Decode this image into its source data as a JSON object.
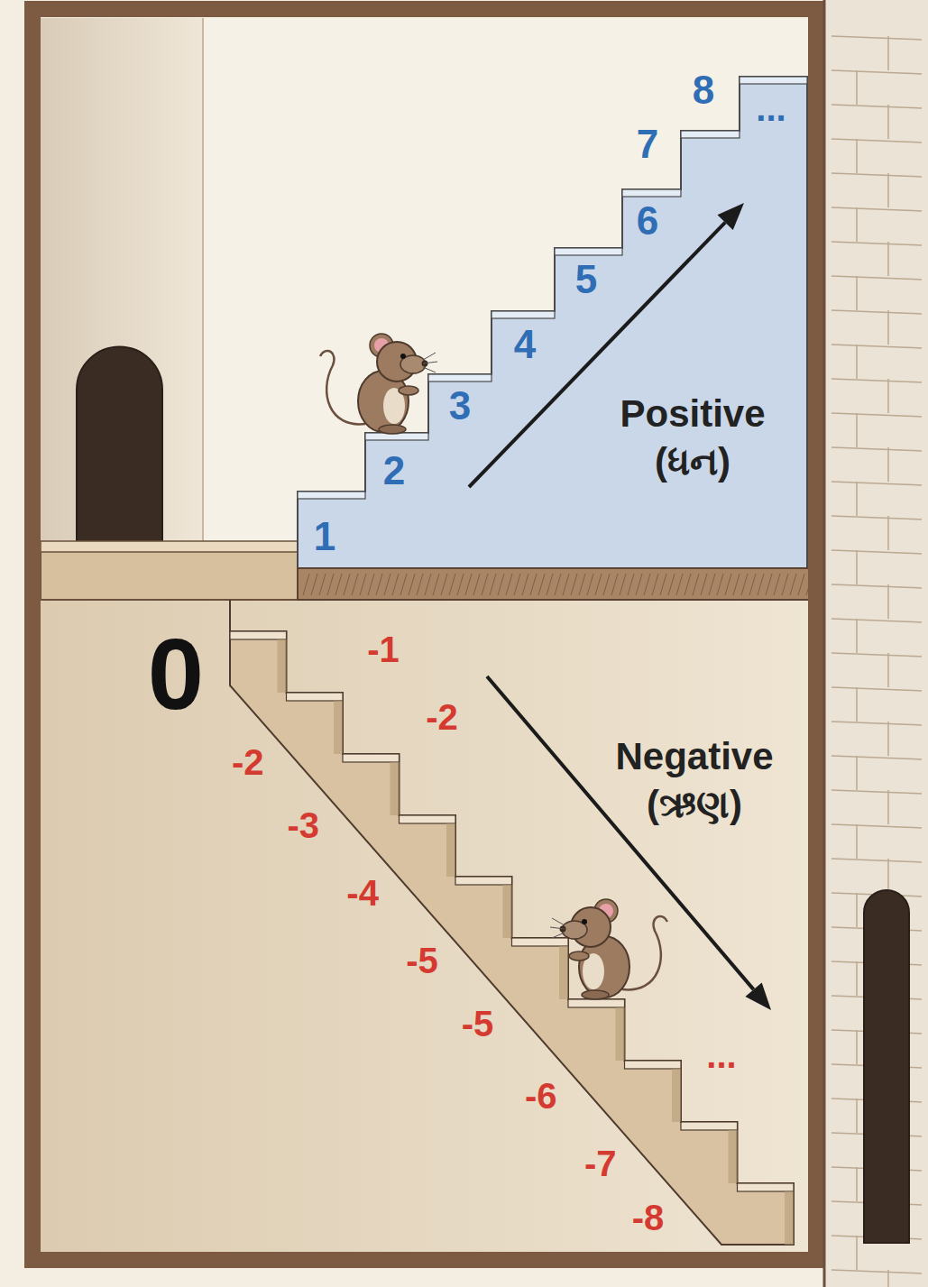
{
  "diagram": {
    "labels": [
      "8",
      "...",
      "7",
      "6",
      "5",
      "4",
      "3",
      "Positive (ધન)",
      "2",
      "1",
      "0",
      "-1",
      "-2",
      "Negative (ઋણ)",
      "-2",
      "-3",
      "-4",
      "-5",
      "-5",
      "...",
      "-6",
      "-7",
      "-8"
    ]
  }
}
